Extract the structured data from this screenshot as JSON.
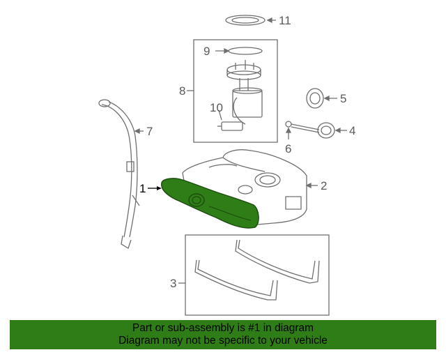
{
  "diagram": {
    "callouts": {
      "c1": "1",
      "c2": "2",
      "c3": "3",
      "c4": "4",
      "c5": "5",
      "c6": "6",
      "c7": "7",
      "c8": "8",
      "c9": "9",
      "c10": "10",
      "c11": "11"
    },
    "highlight_color": "#2e7d16",
    "highlighted_part": "1"
  },
  "banner": {
    "line1": "Part or sub-assembly is #1 in diagram",
    "line2": "Diagram may not be specific to your vehicle",
    "background": "#2e7d16"
  }
}
